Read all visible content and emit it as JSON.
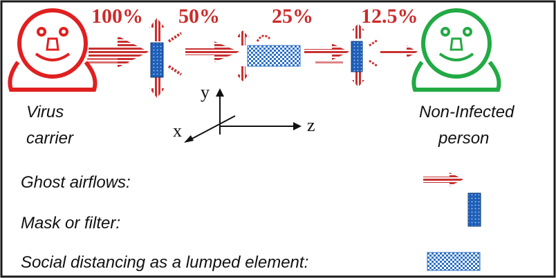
{
  "percentages": [
    "100%",
    "50%",
    "25%",
    "12.5%"
  ],
  "axes": {
    "y": "y",
    "x": "x",
    "z": "z"
  },
  "labels": {
    "carrier_line1": "Virus",
    "carrier_line2": "carrier",
    "noninfected_line1": "Non-Infected",
    "noninfected_line2": "person"
  },
  "legend": {
    "ghost_airflows": "Ghost airflows:",
    "mask_or_filter": "Mask or filter:",
    "social_distancing": "Social distancing as a lumped element:"
  },
  "colors": {
    "carrier": "#e02020",
    "noninfected": "#22aa44",
    "airflow": "#c83030",
    "mask": "#1f5fb8",
    "border": "#1a1a1a"
  }
}
